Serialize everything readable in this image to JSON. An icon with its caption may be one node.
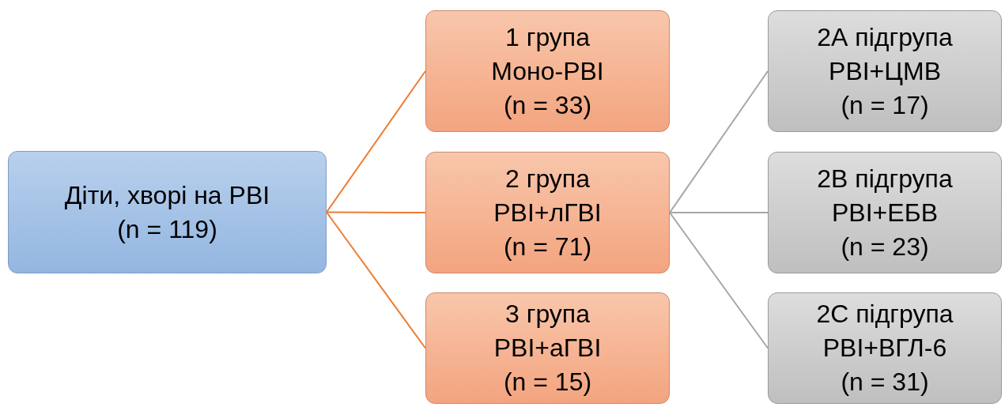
{
  "diagram": {
    "nodes": [
      {
        "text": [
          "Діти, хворі на РВІ",
          "(n = 119)"
        ]
      },
      {
        "text": [
          "1 група",
          "Моно-РВІ",
          "(n = 33)"
        ]
      },
      {
        "text": [
          "2 група",
          "РВІ+лГВІ",
          "(n = 71)"
        ]
      },
      {
        "text": [
          "3 група",
          "РВІ+аГВІ",
          "(n = 15)"
        ]
      },
      {
        "text": [
          "2А підгрупа",
          "РВІ+ЦМВ",
          "(n = 17)"
        ]
      },
      {
        "text": [
          "2В підгрупа",
          "РВІ+ЕБВ",
          "(n = 23)"
        ]
      },
      {
        "text": [
          "2С підгрупа",
          "РВІ+ВГЛ-6",
          "(n = 31)"
        ]
      }
    ],
    "edges": [
      {
        "from": 0,
        "to": 1,
        "arrow": "none",
        "color": "#ed7d31"
      },
      {
        "from": 0,
        "to": 2,
        "arrow": "none",
        "color": "#ed7d31"
      },
      {
        "from": 0,
        "to": 3,
        "arrow": "none",
        "color": "#ed7d31"
      },
      {
        "from": 2,
        "to": 4,
        "arrow": "none",
        "color": "#a6a6a6"
      },
      {
        "from": 2,
        "to": 5,
        "arrow": "none",
        "color": "#a6a6a6"
      },
      {
        "from": 2,
        "to": 6,
        "arrow": "none",
        "color": "#a6a6a6"
      }
    ]
  }
}
